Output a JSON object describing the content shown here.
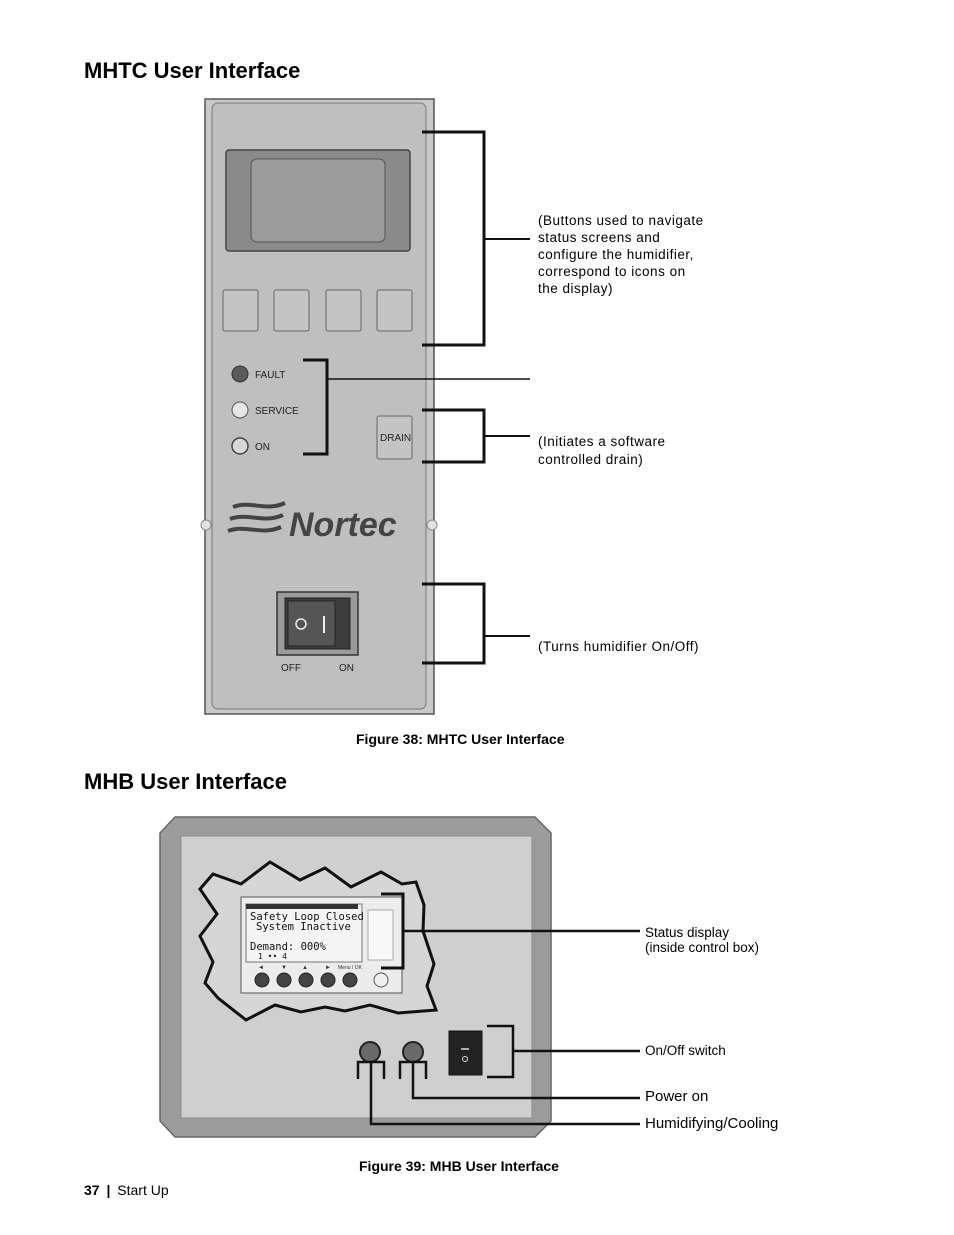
{
  "section1": {
    "heading": "MHTC User Interface"
  },
  "mhtc_panel": {
    "led_labels": [
      "FAULT",
      "SERVICE",
      "ON"
    ],
    "drain_label": "DRAIN",
    "brand": "Nortec",
    "switch_labels": {
      "off": "OFF",
      "on": "ON"
    }
  },
  "mhtc_callouts": {
    "buttons": [
      "(Buttons used to navigate",
      "status screens and",
      "configure the humidifier,",
      "correspond to icons on",
      "the display)"
    ],
    "drain": [
      "(Initiates a software",
      "controlled drain)"
    ],
    "switch": "(Turns humidifier On/Off)"
  },
  "figure38": {
    "caption": "Figure 38: MHTC User Interface"
  },
  "section2": {
    "heading": "MHB User Interface"
  },
  "mhb_lcd": {
    "line1": "Safety Loop Closed",
    "line2": "System  Inactive",
    "line3": "Demand:    000%",
    "line4": "1 ••        4",
    "keys": [
      "◄",
      "▼",
      "▲",
      "►",
      "Menu / OK"
    ]
  },
  "mhb_callouts": {
    "status": [
      "Status display",
      "(inside control box)"
    ],
    "switch": "On/Off switch",
    "power": "Power on",
    "humid": "Humidifying/Cooling"
  },
  "figure39": {
    "caption": "Figure 39: MHB User Interface"
  },
  "footer": {
    "page_number": "37",
    "separator": "|",
    "section": "Start Up"
  }
}
